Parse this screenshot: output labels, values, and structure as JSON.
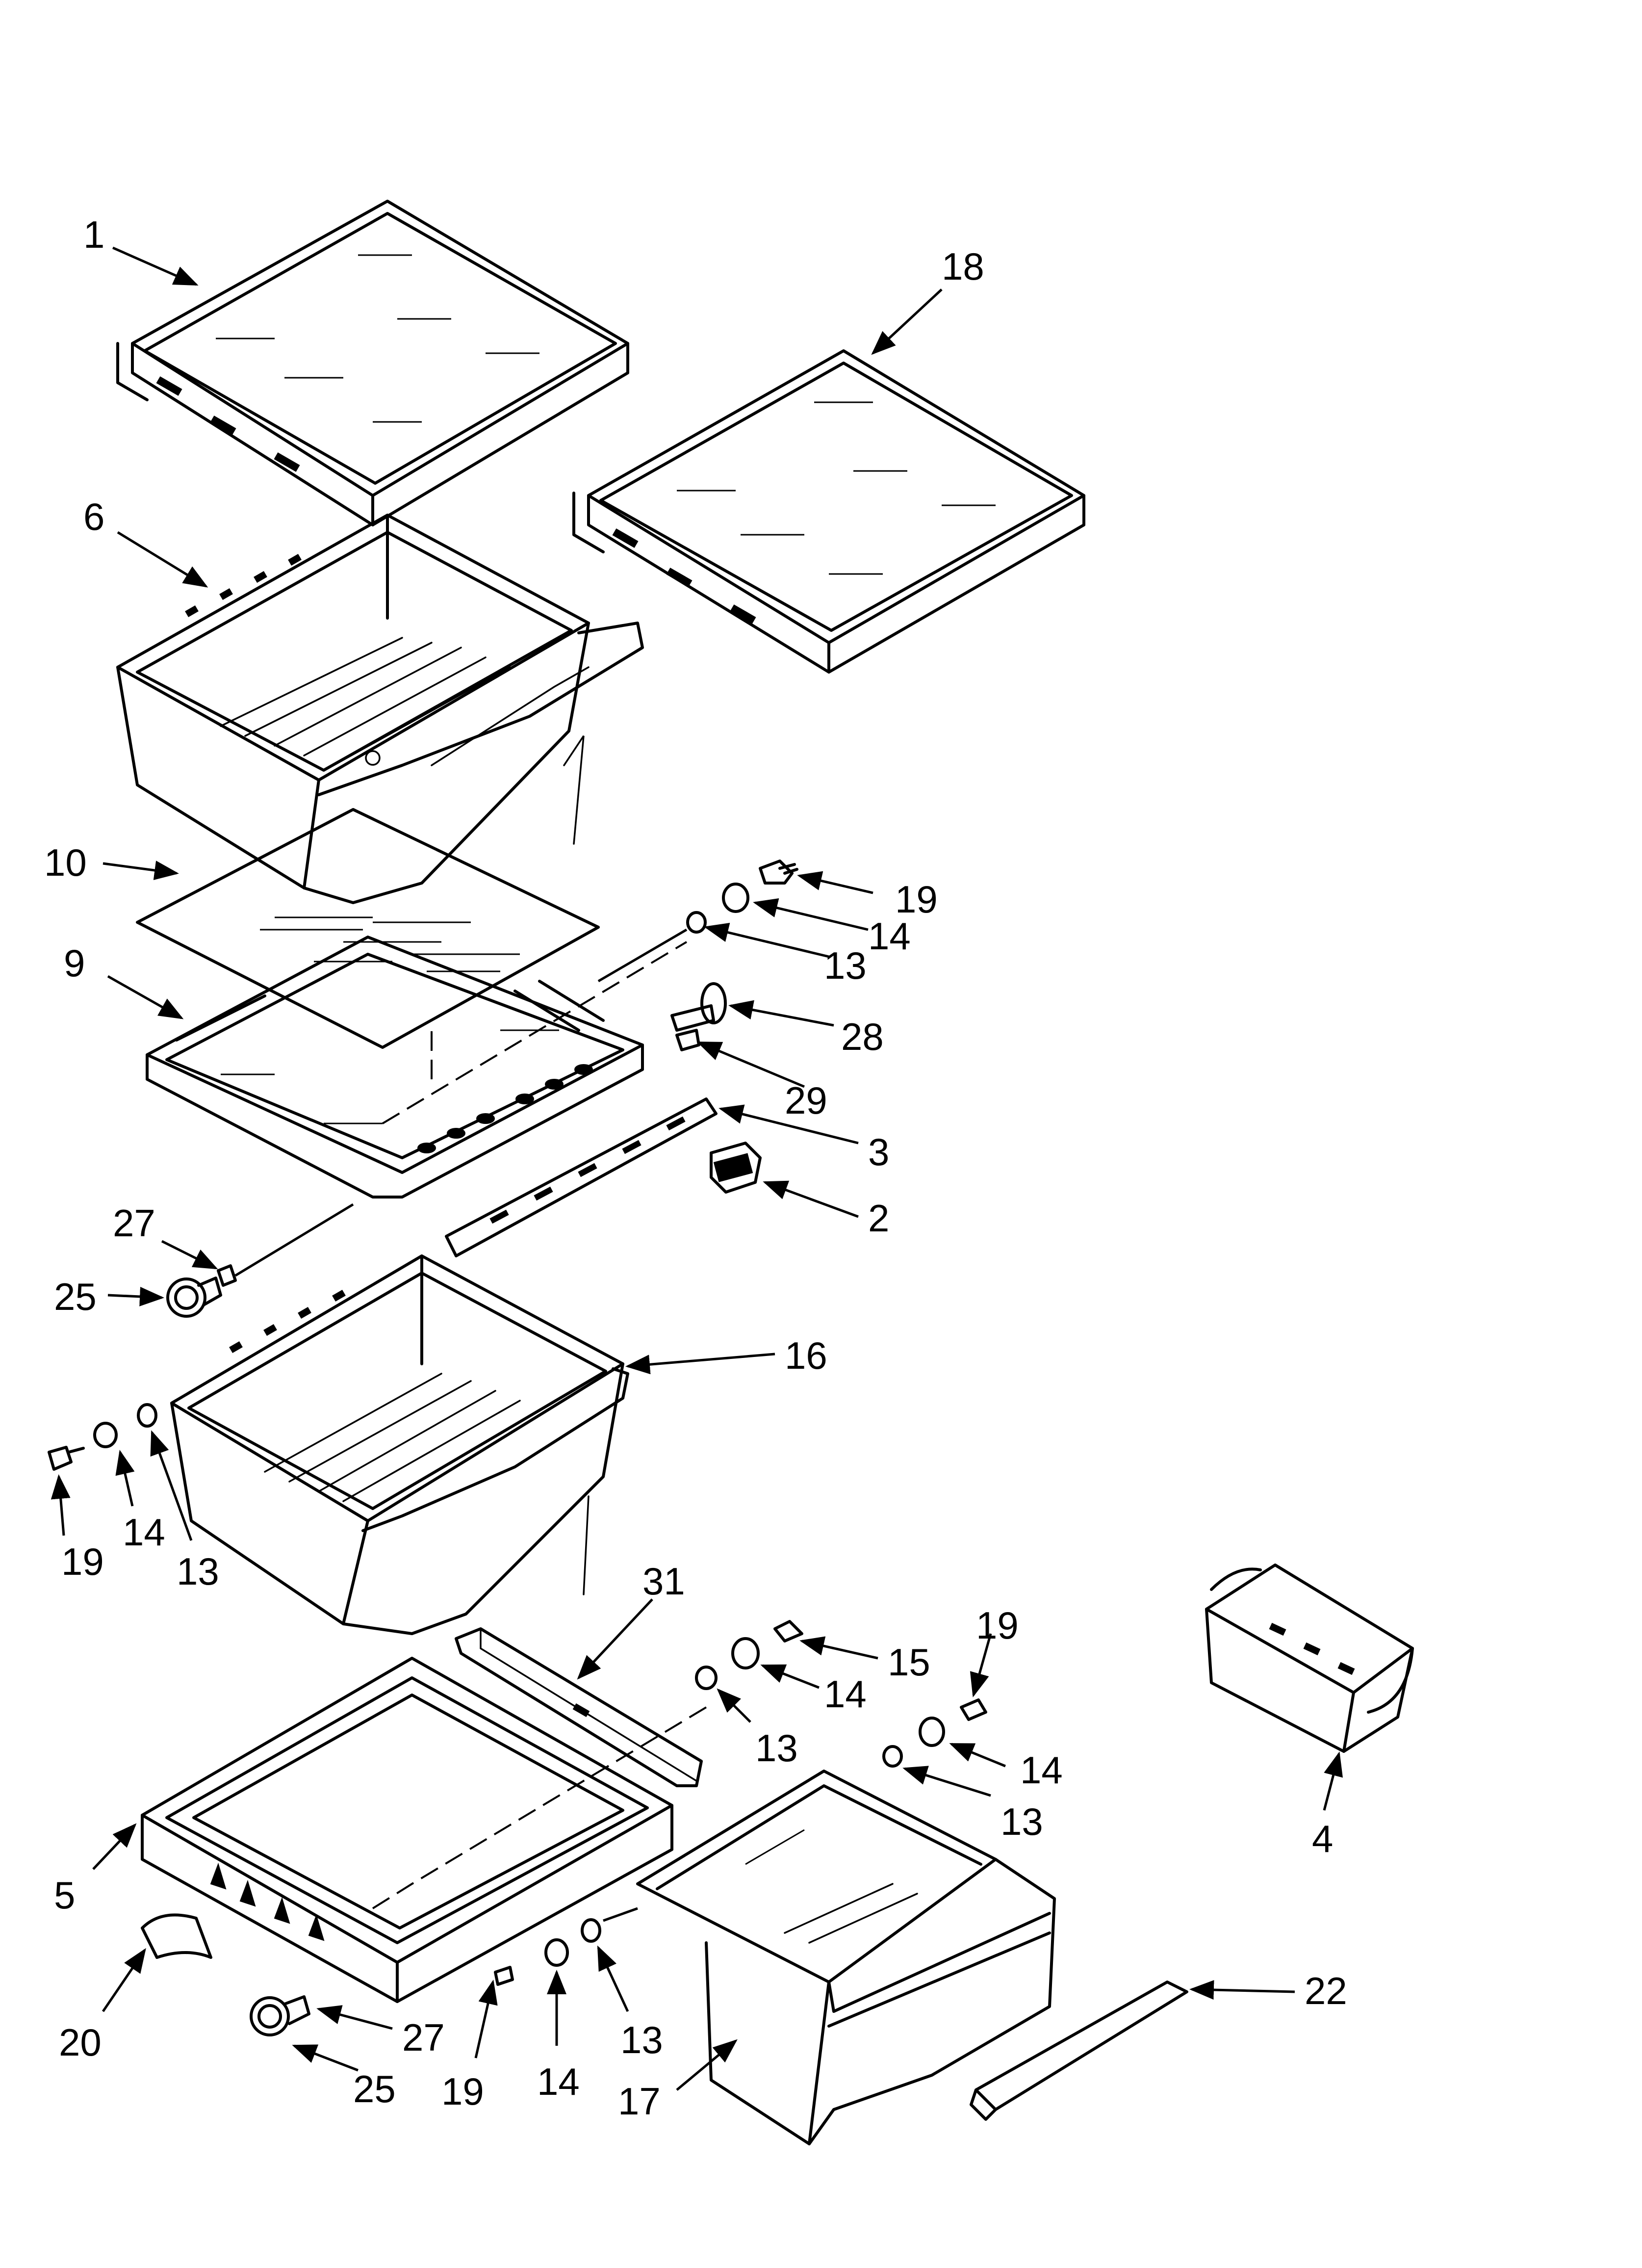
{
  "diagram": {
    "callouts": [
      {
        "id": "c1",
        "label": "1",
        "part": "shelf-upper-left"
      },
      {
        "id": "c18",
        "label": "18",
        "part": "shelf-upper-right"
      },
      {
        "id": "c6",
        "label": "6",
        "part": "crisper-pan-upper"
      },
      {
        "id": "c10",
        "label": "10",
        "part": "glass-insert"
      },
      {
        "id": "c9",
        "label": "9",
        "part": "crisper-cover-frame"
      },
      {
        "id": "c19a",
        "label": "19",
        "part": "screw"
      },
      {
        "id": "c14a",
        "label": "14",
        "part": "spacer"
      },
      {
        "id": "c13a",
        "label": "13",
        "part": "bushing"
      },
      {
        "id": "c28",
        "label": "28",
        "part": "wheel"
      },
      {
        "id": "c29",
        "label": "29",
        "part": "axle-screw"
      },
      {
        "id": "c3",
        "label": "3",
        "part": "slide-rail"
      },
      {
        "id": "c2",
        "label": "2",
        "part": "clip"
      },
      {
        "id": "c27a",
        "label": "27",
        "part": "axle"
      },
      {
        "id": "c25a",
        "label": "25",
        "part": "roller"
      },
      {
        "id": "c16",
        "label": "16",
        "part": "crisper-pan-middle"
      },
      {
        "id": "c19b",
        "label": "19",
        "part": "screw"
      },
      {
        "id": "c14b",
        "label": "14",
        "part": "spacer"
      },
      {
        "id": "c13b",
        "label": "13",
        "part": "bushing"
      },
      {
        "id": "c31",
        "label": "31",
        "part": "rail-bracket"
      },
      {
        "id": "c15",
        "label": "15",
        "part": "screw"
      },
      {
        "id": "c14c",
        "label": "14",
        "part": "spacer"
      },
      {
        "id": "c13c",
        "label": "13",
        "part": "bushing"
      },
      {
        "id": "c19c",
        "label": "19",
        "part": "screw"
      },
      {
        "id": "c14d",
        "label": "14",
        "part": "spacer"
      },
      {
        "id": "c13d",
        "label": "13",
        "part": "bushing"
      },
      {
        "id": "c4",
        "label": "4",
        "part": "small-bin"
      },
      {
        "id": "c5",
        "label": "5",
        "part": "cover-frame-lower"
      },
      {
        "id": "c22",
        "label": "22",
        "part": "handle"
      },
      {
        "id": "c20",
        "label": "20",
        "part": "cap"
      },
      {
        "id": "c27b",
        "label": "27",
        "part": "axle"
      },
      {
        "id": "c25b",
        "label": "25",
        "part": "roller"
      },
      {
        "id": "c19d",
        "label": "19",
        "part": "screw"
      },
      {
        "id": "c14e",
        "label": "14",
        "part": "spacer"
      },
      {
        "id": "c13e",
        "label": "13",
        "part": "bushing"
      },
      {
        "id": "c17",
        "label": "17",
        "part": "pan-drawer-lower"
      }
    ]
  }
}
